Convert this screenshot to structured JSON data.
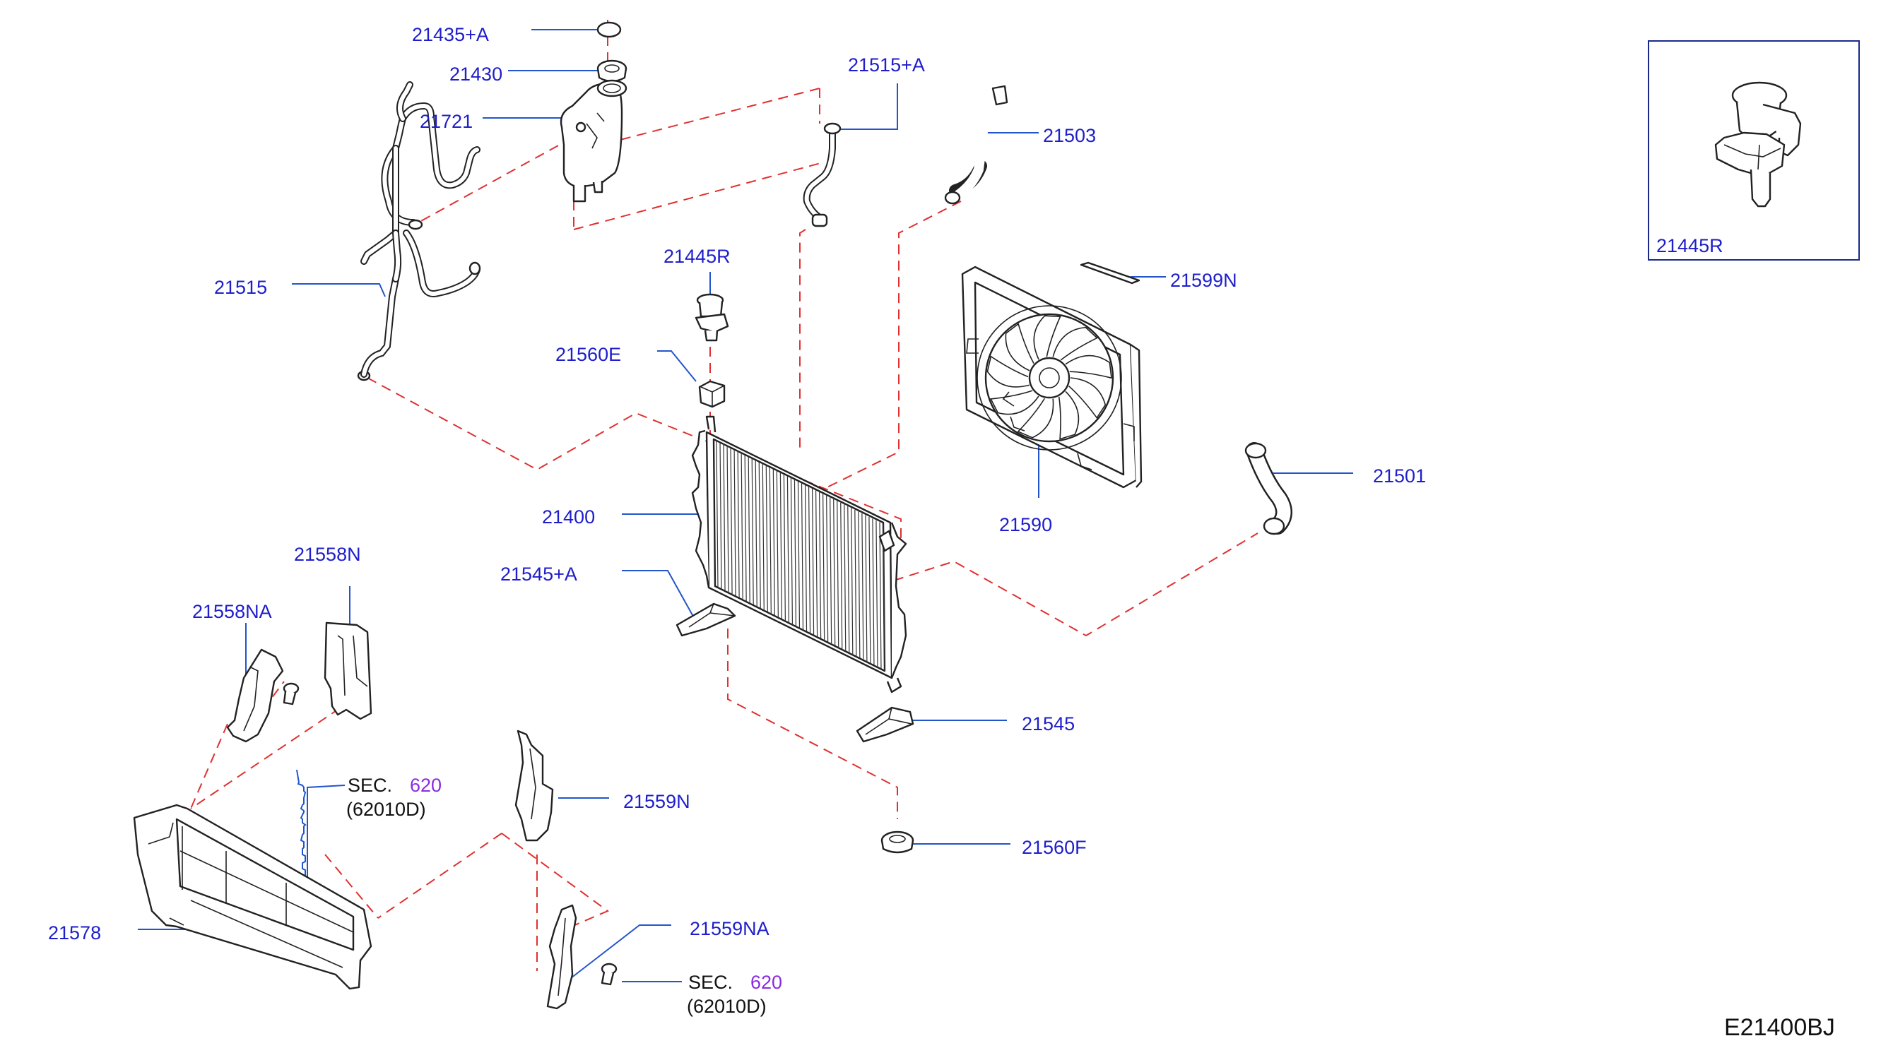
{
  "diagram": {
    "code": "E21400BJ",
    "colors": {
      "label": "#1e1ecc",
      "leader": "#2255cc",
      "dashed": "#e03030",
      "sec_number": "#8a2be2",
      "part": "#222222"
    },
    "labels": [
      {
        "id": "p21435a",
        "text": "21435+A"
      },
      {
        "id": "p21430",
        "text": "21430"
      },
      {
        "id": "p21721",
        "text": "21721"
      },
      {
        "id": "p21515a",
        "text": "21515+A"
      },
      {
        "id": "p21503",
        "text": "21503"
      },
      {
        "id": "p21515",
        "text": "21515"
      },
      {
        "id": "p21445r",
        "text": "21445R"
      },
      {
        "id": "p21599n",
        "text": "21599N"
      },
      {
        "id": "p21560e",
        "text": "21560E"
      },
      {
        "id": "p21501",
        "text": "21501"
      },
      {
        "id": "p21400",
        "text": "21400"
      },
      {
        "id": "p21590",
        "text": "21590"
      },
      {
        "id": "p21558n",
        "text": "21558N"
      },
      {
        "id": "p21545a",
        "text": "21545+A"
      },
      {
        "id": "p21558na",
        "text": "21558NA"
      },
      {
        "id": "p21545",
        "text": "21545"
      },
      {
        "id": "p21559n",
        "text": "21559N"
      },
      {
        "id": "p21560f",
        "text": "21560F"
      },
      {
        "id": "p21578",
        "text": "21578"
      },
      {
        "id": "p21559na",
        "text": "21559NA"
      },
      {
        "id": "p21445r_inset",
        "text": "21445R"
      }
    ],
    "sec_refs": [
      {
        "id": "sec1",
        "prefix": "SEC.",
        "number": "620",
        "sub": "(62010D)"
      },
      {
        "id": "sec2",
        "prefix": "SEC.",
        "number": "620",
        "sub": "(62010D)"
      }
    ]
  }
}
